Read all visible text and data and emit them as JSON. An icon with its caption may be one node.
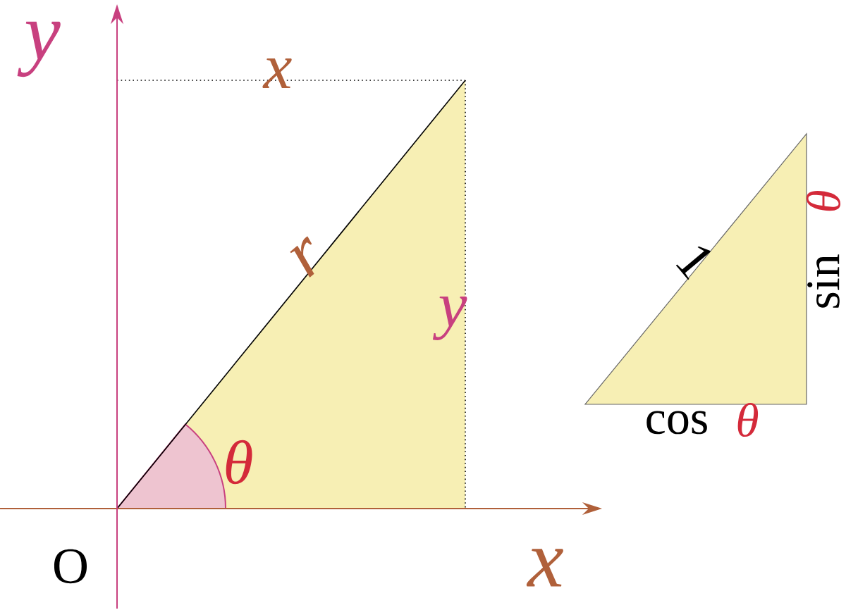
{
  "diagram": {
    "labels": [
      "y",
      "x",
      "r",
      "y",
      "1",
      "θ",
      "sin",
      "θ",
      "cos",
      "θ",
      "O",
      "x"
    ]
  }
}
